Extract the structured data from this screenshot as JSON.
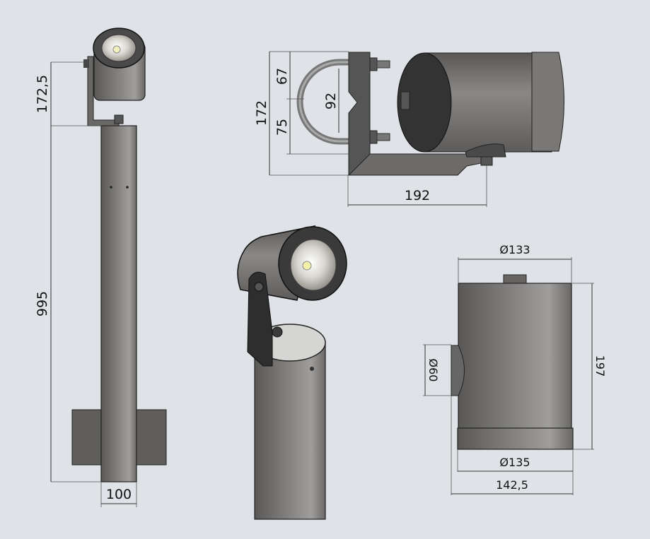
{
  "drawing": {
    "side_view": {
      "head_height": "172,5",
      "pole_height": "995",
      "pole_width": "100"
    },
    "bracket_view": {
      "total_height": "172",
      "upper_offset": "67",
      "lower_offset": "75",
      "clamp_diameter": "92",
      "arm_length": "192"
    },
    "luminaire_view": {
      "top_diameter": "Ø133",
      "height": "197",
      "lens_diameter": "Ø60",
      "bottom_diameter": "Ø135",
      "total_width": "142,5"
    }
  }
}
